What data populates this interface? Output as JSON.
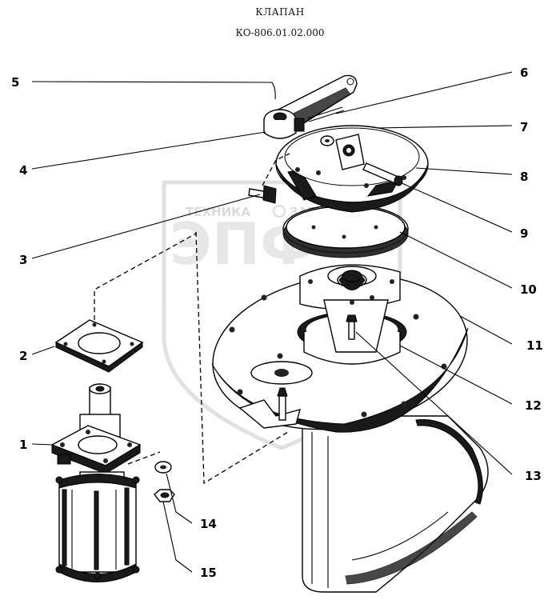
{
  "title": "КЛАПАН",
  "subtitle": "КО-806.01.02.000",
  "watermark": {
    "left_text": "ТЕХНИКА",
    "right_text": "ЗАПЧАСТИ",
    "logo_letters": "ЭПФ"
  },
  "callouts": [
    "1",
    "2",
    "3",
    "4",
    "5",
    "6",
    "7",
    "8",
    "9",
    "10",
    "11",
    "12",
    "13",
    "14",
    "15"
  ]
}
